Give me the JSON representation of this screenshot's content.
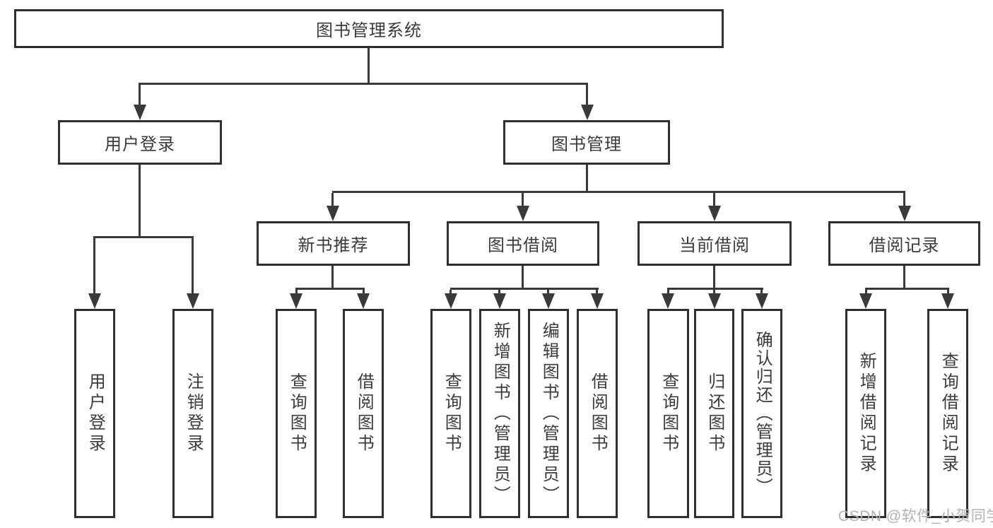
{
  "tree": {
    "root": "图书管理系统",
    "branches": [
      {
        "label": "用户登录",
        "children": [
          "用户登录",
          "注销登录"
        ]
      },
      {
        "label": "图书管理",
        "groups": [
          {
            "label": "新书推荐",
            "children": [
              "查询图书",
              "借阅图书"
            ]
          },
          {
            "label": "图书借阅",
            "children": [
              "查询图书",
              "新增图书（管理员）",
              "编辑图书（管理员）",
              "借阅图书"
            ]
          },
          {
            "label": "当前借阅",
            "children": [
              "查询图书",
              "归还图书",
              "确认归还（管理员）"
            ]
          },
          {
            "label": "借阅记录",
            "children": [
              "新增借阅记录",
              "查询借阅记录"
            ]
          }
        ]
      }
    ]
  },
  "watermark": "CSDN @软件_小贺同学",
  "colors": {
    "box_border": "#2f2f2f",
    "connector_line": "#3a3a3a",
    "text": "#3b3b3b",
    "watermark": "#b2b2b2",
    "background": "#ffffff"
  }
}
